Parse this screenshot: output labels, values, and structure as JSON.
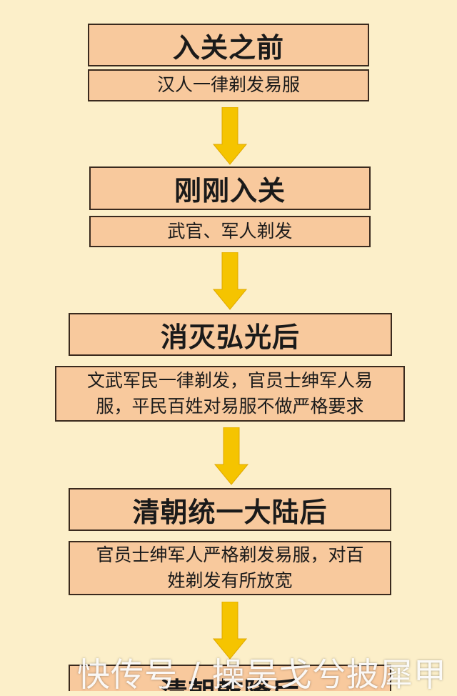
{
  "stages": [
    {
      "title": "入关之前",
      "description": "汉人一律剃发易服"
    },
    {
      "title": "刚刚入关",
      "description": "武官、军人剃发"
    },
    {
      "title": "消灭弘光后",
      "description_lines": [
        "文武军民一律剃发，官员士绅军人易",
        "服，平民百姓对易服不做严格要求"
      ]
    },
    {
      "title": "清朝统一大陆后",
      "description_lines": [
        "官员士绅军人严格剃发易服，对百",
        "姓剃发有所放宽"
      ]
    },
    {
      "title": "清朝乾隆后"
    }
  ],
  "colors": {
    "background": "#fcefc9",
    "box_fill": "#f8c99d",
    "box_border": "#3a2a1e",
    "arrow_fill": "#f5c400"
  },
  "icons": [
    "arrow-down-icon"
  ],
  "watermark": "快传号 / 操吴戈兮披犀甲"
}
